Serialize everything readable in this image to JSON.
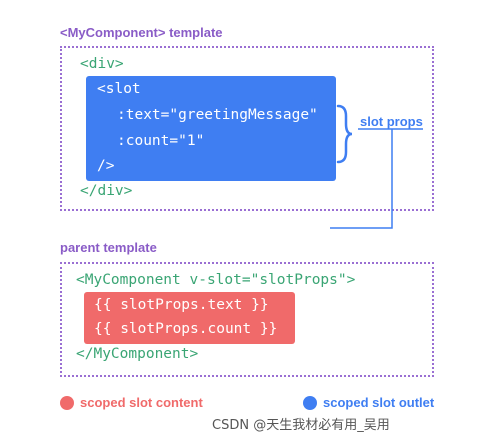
{
  "template_section": {
    "title": "<MyComponent> template",
    "div_open": "<div>",
    "div_close": "</div>",
    "slot_lines": [
      "<slot",
      ":text=\"greetingMessage\"",
      ":count=\"1\"",
      "/>"
    ]
  },
  "slot_props_label": "slot props",
  "parent_section": {
    "title": "parent template",
    "component_open": "<MyComponent v-slot=\"slotProps\">",
    "component_close": "</MyComponent>",
    "content_lines": [
      "{{ slotProps.text }}",
      "{{ slotProps.count }}"
    ]
  },
  "legend": {
    "scoped_slot_content": "scoped slot content",
    "scoped_slot_outlet": "scoped slot outlet"
  },
  "watermark": "CSDN @天生我材必有用_吴用",
  "colors": {
    "purple": "#8a5cc7",
    "green": "#3aa574",
    "blue": "#3f7ef2",
    "red": "#f06a6a",
    "label_blue": "#3f7ef2"
  }
}
